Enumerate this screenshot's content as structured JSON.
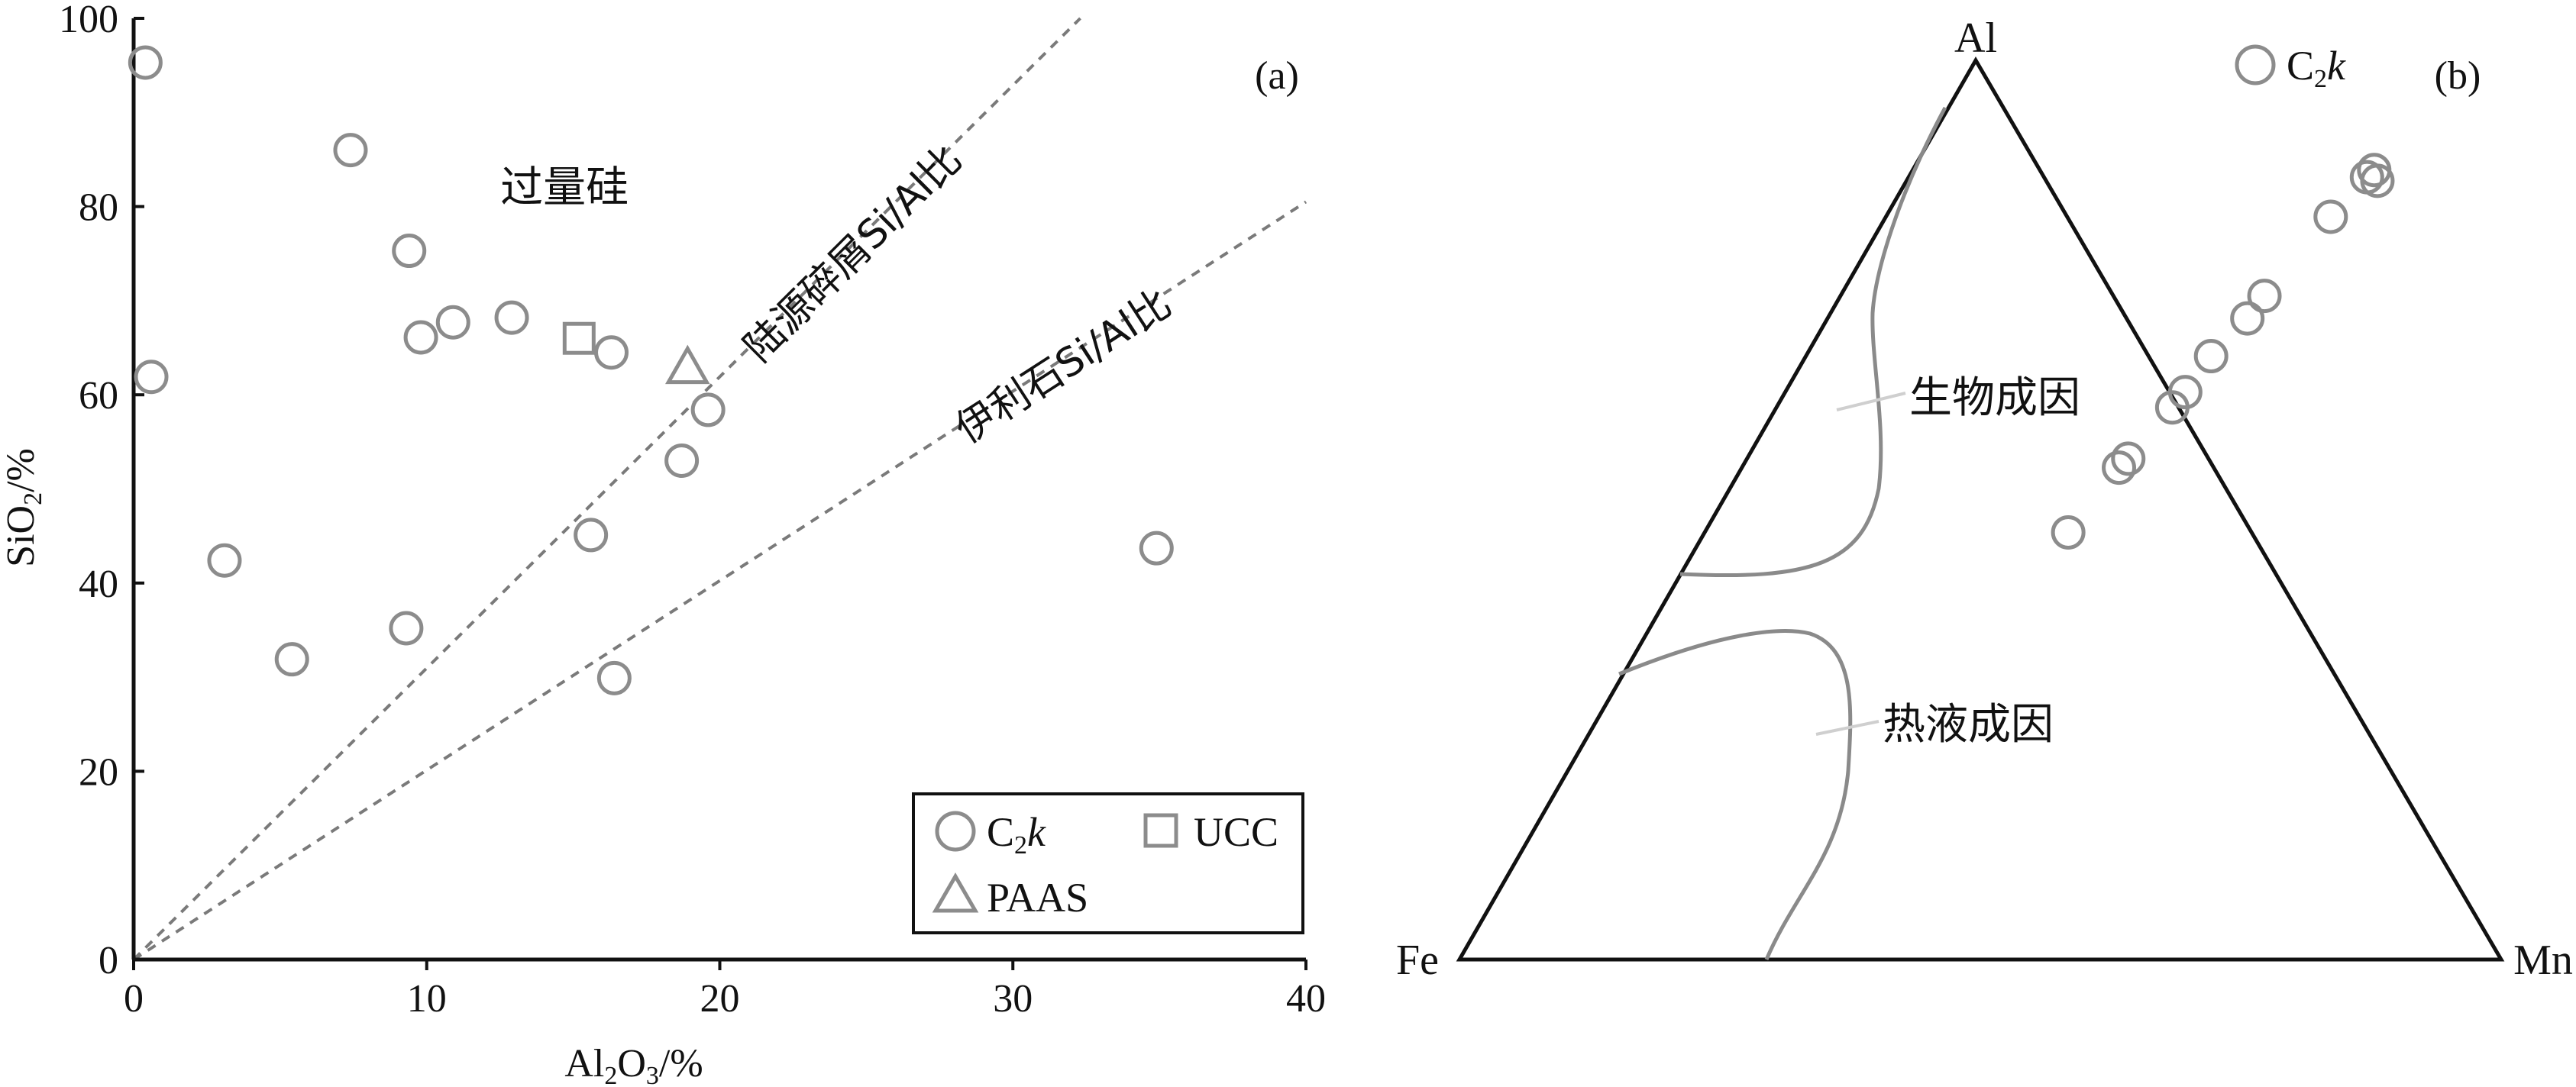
{
  "chart_data": [
    {
      "type": "scatter",
      "panel_label": "(a)",
      "xlabel": {
        "main": "Al",
        "sub1": "2",
        "mid": "O",
        "sub2": "3",
        "tail": "/%"
      },
      "ylabel": {
        "main": "SiO",
        "sub": "2",
        "tail": "/%"
      },
      "xlim": [
        0,
        40
      ],
      "ylim": [
        0,
        100
      ],
      "xticks": [
        0,
        10,
        20,
        30,
        40
      ],
      "yticks": [
        0,
        20,
        40,
        60,
        80,
        100
      ],
      "grid": false,
      "legend_position": "bottom-right",
      "series": [
        {
          "name": "C₂k",
          "legend": {
            "main": "C",
            "sub": "2",
            "italic": "k"
          },
          "marker": "circle",
          "x": [
            0.4,
            0.6,
            3.1,
            5.4,
            7.4,
            9.3,
            9.4,
            9.8,
            10.9,
            12.9,
            15.6,
            16.3,
            16.4,
            18.7,
            19.6,
            34.9
          ],
          "y": [
            95.3,
            61.9,
            42.4,
            31.9,
            86.0,
            35.2,
            75.3,
            66.1,
            67.7,
            68.2,
            45.1,
            64.5,
            29.9,
            53.0,
            58.4,
            43.7
          ]
        },
        {
          "name": "UCC",
          "legend": {
            "main": "UCC"
          },
          "marker": "square",
          "x": [
            15.2
          ],
          "y": [
            66.0
          ]
        },
        {
          "name": "PAAS",
          "legend": {
            "main": "PAAS"
          },
          "marker": "triangle",
          "x": [
            18.9
          ],
          "y": [
            62.8
          ]
        }
      ],
      "reference_lines": [
        {
          "label": "陆源碎屑Si/Al比",
          "from": [
            0,
            0
          ],
          "to": [
            32.3,
            100
          ]
        },
        {
          "label": "伊利石Si/Al比",
          "from": [
            0,
            0
          ],
          "to": [
            40,
            80.5
          ]
        }
      ],
      "annotations": [
        {
          "text": "过量硅",
          "x": 14.7,
          "y": 80.5
        }
      ],
      "color_marker": "#8c8c8c",
      "color_line": "#7a7a7a"
    },
    {
      "type": "ternary",
      "panel_label": "(b)",
      "vertices": {
        "top": "Al",
        "left": "Fe",
        "right": "Mn"
      },
      "legend_position": "top-right",
      "series": [
        {
          "name": "C₂k",
          "legend": {
            "main": "C",
            "sub": "2",
            "italic": "k"
          },
          "marker": "circle",
          "points": [
            {
              "Al": 0.866,
              "Mn": 0.452
            },
            {
              "Al": 0.878,
              "Mn": 0.443
            },
            {
              "Al": 0.87,
              "Mn": 0.44
            },
            {
              "Al": 0.826,
              "Mn": 0.427
            },
            {
              "Al": 0.738,
              "Mn": 0.407
            },
            {
              "Al": 0.713,
              "Mn": 0.403
            },
            {
              "Al": 0.671,
              "Mn": 0.389
            },
            {
              "Al": 0.631,
              "Mn": 0.384
            },
            {
              "Al": 0.614,
              "Mn": 0.38
            },
            {
              "Al": 0.557,
              "Mn": 0.366
            },
            {
              "Al": 0.547,
              "Mn": 0.362
            },
            {
              "Al": 0.475,
              "Mn": 0.349
            }
          ]
        }
      ],
      "fields": [
        {
          "label": "生物成因"
        },
        {
          "label": "热液成因"
        }
      ],
      "color_marker": "#8c8c8c",
      "color_field": "#8a8a8a",
      "color_frame": "#111111"
    }
  ]
}
